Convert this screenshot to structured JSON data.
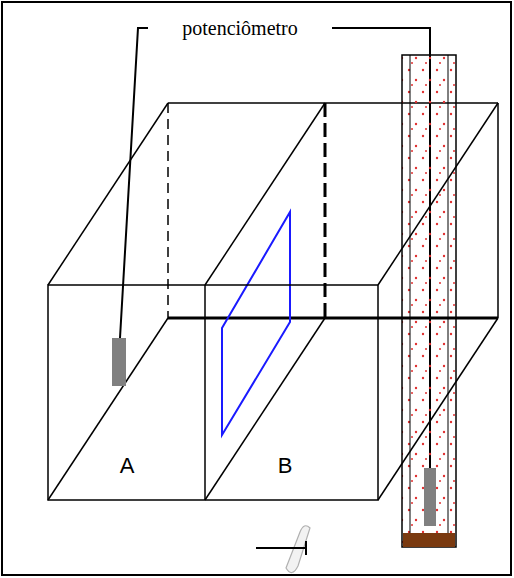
{
  "diagram": {
    "labels": [
      "potenciômetro",
      "A",
      "B"
    ]
  }
}
